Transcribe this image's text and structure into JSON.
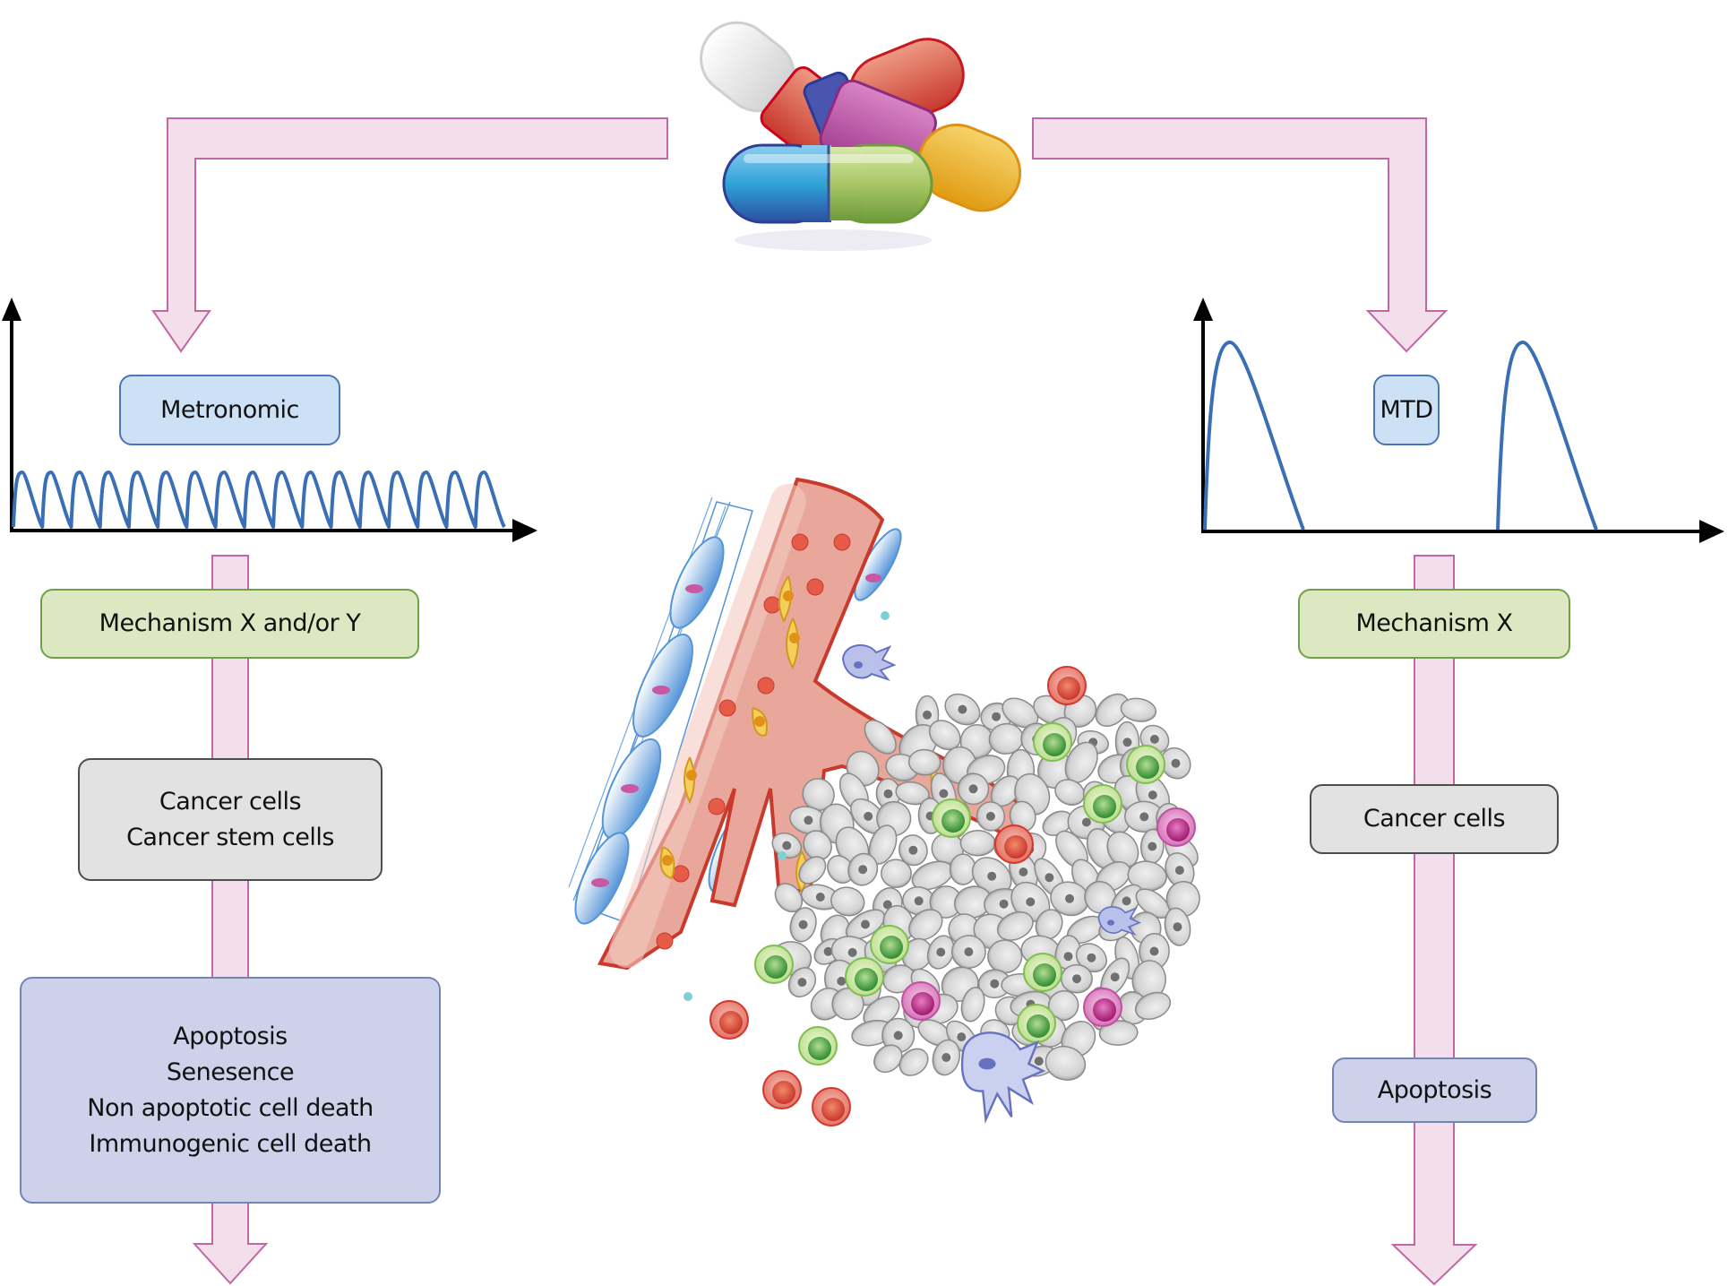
{
  "title": "Metronomic vs MTD chemotherapy dosing mechanisms",
  "colors": {
    "arrow_fill": "#f3dfeb",
    "arrow_stroke": "#c366a4",
    "curve": "#3a6fb5",
    "axis": "#000000",
    "metronomic_box": "#cce1f5",
    "mechanism_box": "#dde8c3",
    "cells_box": "#e3e2e3",
    "outcome_box": "#cdd2ea"
  },
  "left_branch": {
    "schedule_label": "Metronomic",
    "mechanism_label": "Mechanism X and/or Y",
    "target_label": "Cancer cells\nCancer stem cells",
    "outcome_label": "Apoptosis\nSenesence\nNon apoptotic cell death\nImmunogenic cell death",
    "dose_profile": {
      "pulses": 17,
      "shape": "frequent low-dose pulses"
    }
  },
  "right_branch": {
    "schedule_label": "MTD",
    "mechanism_label": "Mechanism X",
    "target_label": "Cancer cells",
    "outcome_label": "Apoptosis",
    "dose_profile": {
      "pulses": 2,
      "shape": "infrequent high-dose peaks with rest periods"
    }
  },
  "center_illustration": {
    "icon": "capsules-icon",
    "scene": "tumor-microenvironment-icon",
    "pill_colors": [
      "#e6e6e6",
      "#d9544a",
      "#b94f9e",
      "#f0b21b",
      "#2fa3d9",
      "#9cc25a"
    ]
  }
}
